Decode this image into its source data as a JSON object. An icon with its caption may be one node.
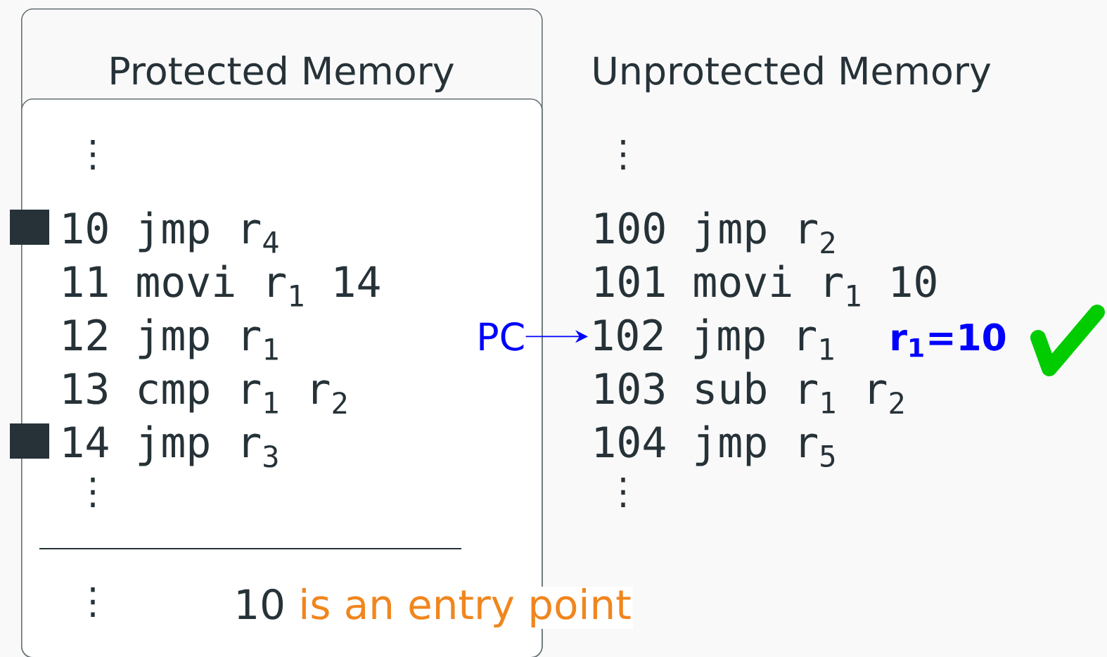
{
  "diagram": {
    "nodes": [
      {
        "text": [
          "Protected Memory"
        ]
      },
      {
        "text": [
          "⋮",
          "10 jmp r$_{4}$",
          "11 movi r$_{1}$ 14",
          "12 jmp r$_{1}$",
          "13 cmp r$_{1}$ r$_{2}$",
          "14 jmp r$_{3}$",
          "⋮"
        ],
        "in": 0
      },
      {
        "text": [
          "PC"
        ],
        "in": 1
      },
      {
        "text": [
          "102 jmp r$_{1}$"
        ]
      }
    ],
    "edges": [
      {
        "from": 2,
        "to": 3,
        "arrow": "to",
        "color": "#0000ff"
      }
    ],
    "labels": [
      "Unprotected Memory",
      "⋮",
      "100 jmp r$_{2}$",
      "101 movi r$_{1}$ 10",
      "r$_{1}$=10",
      "103 sub r$_{1}$ r$_{2}$",
      "104 jmp r$_{5}$",
      "⋮",
      "⋮",
      "10",
      "is an entry point"
    ]
  }
}
